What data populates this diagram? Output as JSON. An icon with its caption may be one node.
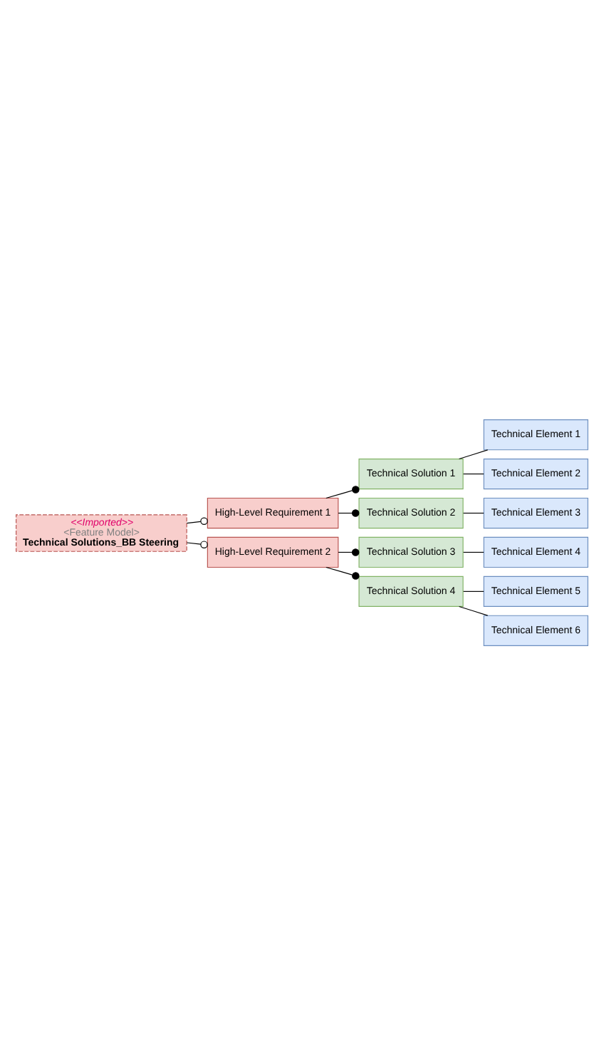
{
  "diagram": {
    "nodes": [
      {
        "text": [
          "<<Imported>>",
          "<Feature Model>",
          "Technical Solutions_BB Steering"
        ]
      },
      {
        "text": [
          "High-Level Requirement 1"
        ]
      },
      {
        "text": [
          "Technical Solution 1"
        ]
      },
      {
        "text": [
          "Technical Element 1"
        ]
      },
      {
        "text": [
          "Technical Element 2"
        ]
      },
      {
        "text": [
          "Technical Solution 2"
        ]
      },
      {
        "text": [
          "Technical Element 3"
        ]
      },
      {
        "text": [
          "High-Level Requirement 2"
        ]
      },
      {
        "text": [
          "Technical Solution 3"
        ]
      },
      {
        "text": [
          "Technical Element 4"
        ]
      },
      {
        "text": [
          "Technical Solution 4"
        ]
      },
      {
        "text": [
          "Technical Element 5"
        ]
      },
      {
        "text": [
          "Technical Element 6"
        ]
      }
    ],
    "edges": [
      {
        "from": 0,
        "to": 1,
        "arrow": "other"
      },
      {
        "from": 1,
        "to": 2,
        "arrow": "other"
      },
      {
        "from": 2,
        "to": 3,
        "arrow": "none"
      },
      {
        "from": 2,
        "to": 4,
        "arrow": "none"
      },
      {
        "from": 1,
        "to": 5,
        "arrow": "other"
      },
      {
        "from": 5,
        "to": 6,
        "arrow": "none"
      },
      {
        "from": 0,
        "to": 7,
        "arrow": "other"
      },
      {
        "from": 7,
        "to": 8,
        "arrow": "other"
      },
      {
        "from": 8,
        "to": 9,
        "arrow": "none"
      },
      {
        "from": 7,
        "to": 10,
        "arrow": "other"
      },
      {
        "from": 10,
        "to": 11,
        "arrow": "none"
      },
      {
        "from": 10,
        "to": 12,
        "arrow": "none"
      }
    ]
  }
}
